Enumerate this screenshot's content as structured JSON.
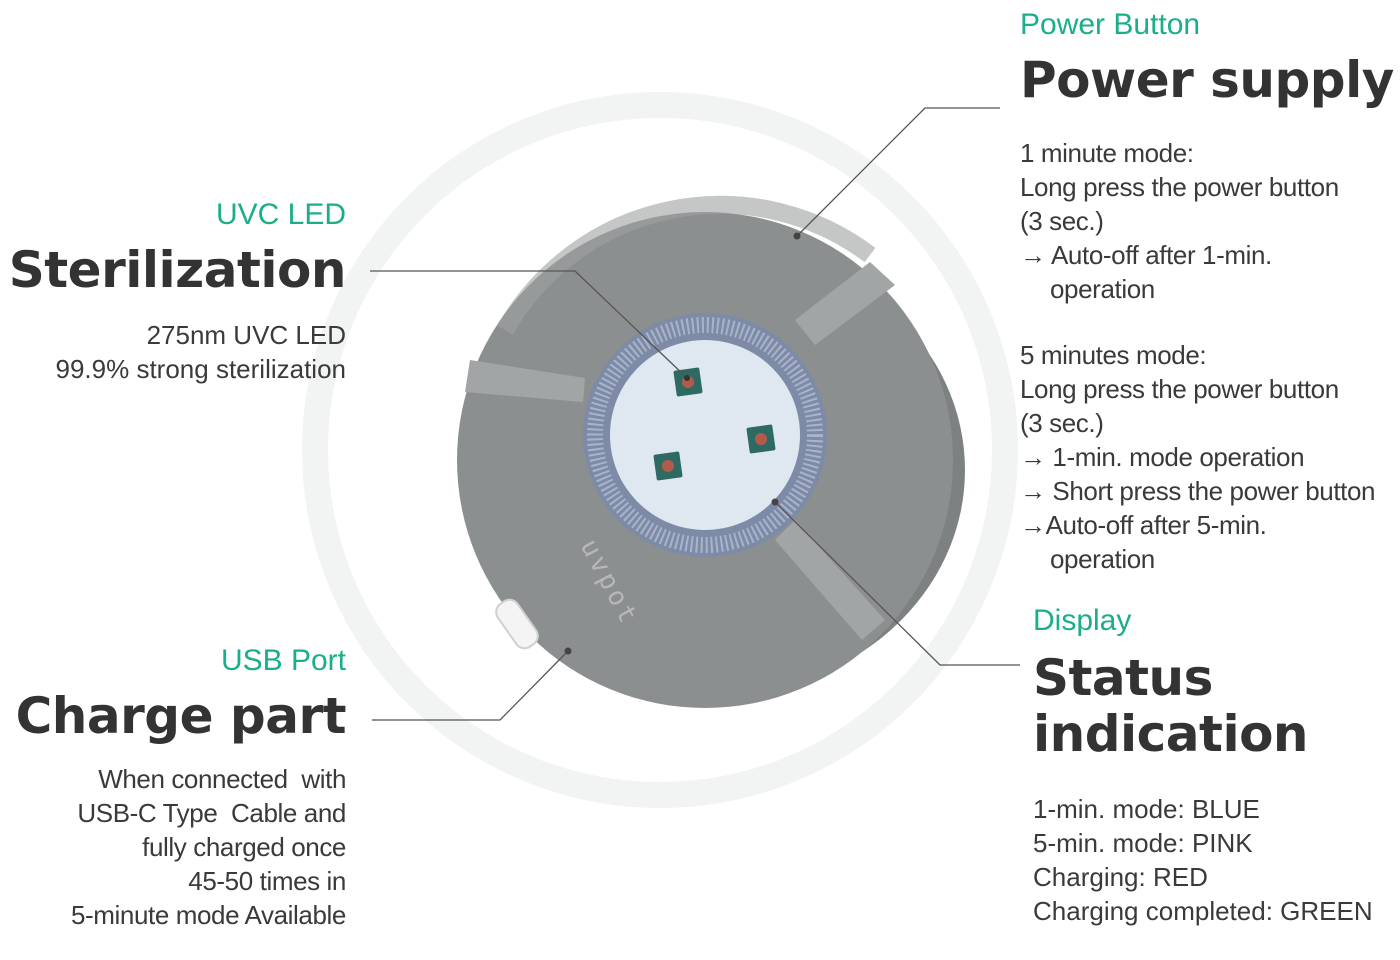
{
  "sterilization": {
    "label": "UVC LED",
    "title": "Sterilization",
    "lines": [
      "275nm UVC LED",
      "99.9% strong sterilization"
    ]
  },
  "charge": {
    "label": "USB Port",
    "title": "Charge part",
    "lines": [
      "When connected  with",
      "USB-C Type  Cable and",
      "fully charged once",
      "45-50 times in",
      "5-minute mode Available"
    ]
  },
  "power": {
    "label": "Power Button",
    "title": "Power supply",
    "mode1": {
      "heading": "1 minute mode:",
      "line1": "Long press the power button",
      "line2": "(3 sec.)",
      "line3": "→ Auto-off after 1-min.",
      "line4": "operation"
    },
    "mode5": {
      "heading": "5 minutes mode:",
      "line1": "Long press the power button",
      "line2": "(3 sec.)",
      "line3": "→ 1-min. mode operation",
      "line4": "→ Short press the power button",
      "line5": "→Auto-off after 5-min.",
      "line6": "operation"
    }
  },
  "display": {
    "label": "Display",
    "title_line1": "Status",
    "title_line2": "indication",
    "lines": [
      "1-min. mode: BLUE",
      "5-min. mode: PINK",
      "Charging: RED",
      "Charging completed: GREEN"
    ]
  },
  "device": {
    "brand": "uvpot",
    "body_color": "#8c8f90",
    "led_color": "#dfe7f0"
  }
}
